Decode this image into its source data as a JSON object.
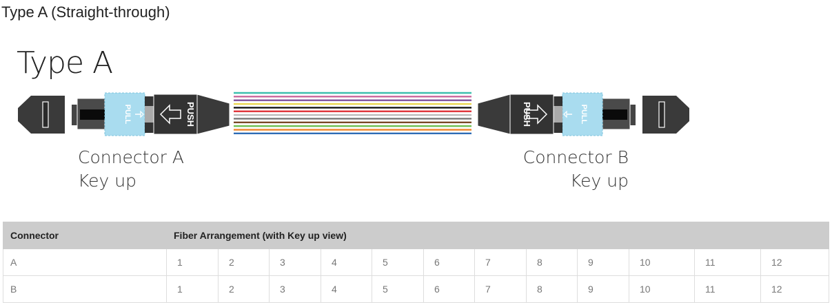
{
  "section_title": "Type A (Straight-through)",
  "diagram": {
    "heading": "Type A",
    "connector_a": {
      "name": "Connector A",
      "orientation": "Key up",
      "push": "PUSH",
      "pull": "PULL"
    },
    "connector_b": {
      "name": "Connector B",
      "orientation": "Key up",
      "push": "PUSH",
      "pull": "PULL"
    },
    "fiber_colors": [
      "#3cbfae",
      "#c9679b",
      "#7e4f9a",
      "#e9d44d",
      "#111111",
      "#e0383e",
      "#bbbbbb",
      "#777777",
      "#7a4a26",
      "#6dbf4f",
      "#ef8a2f",
      "#2e6db5"
    ]
  },
  "table": {
    "headers": [
      "Connector",
      "Fiber Arrangement (with Key up view)"
    ],
    "rows": [
      {
        "connector": "A",
        "fibers": [
          "1",
          "2",
          "3",
          "4",
          "5",
          "6",
          "7",
          "8",
          "9",
          "10",
          "11",
          "12"
        ]
      },
      {
        "connector": "B",
        "fibers": [
          "1",
          "2",
          "3",
          "4",
          "5",
          "6",
          "7",
          "8",
          "9",
          "10",
          "11",
          "12"
        ]
      }
    ]
  }
}
